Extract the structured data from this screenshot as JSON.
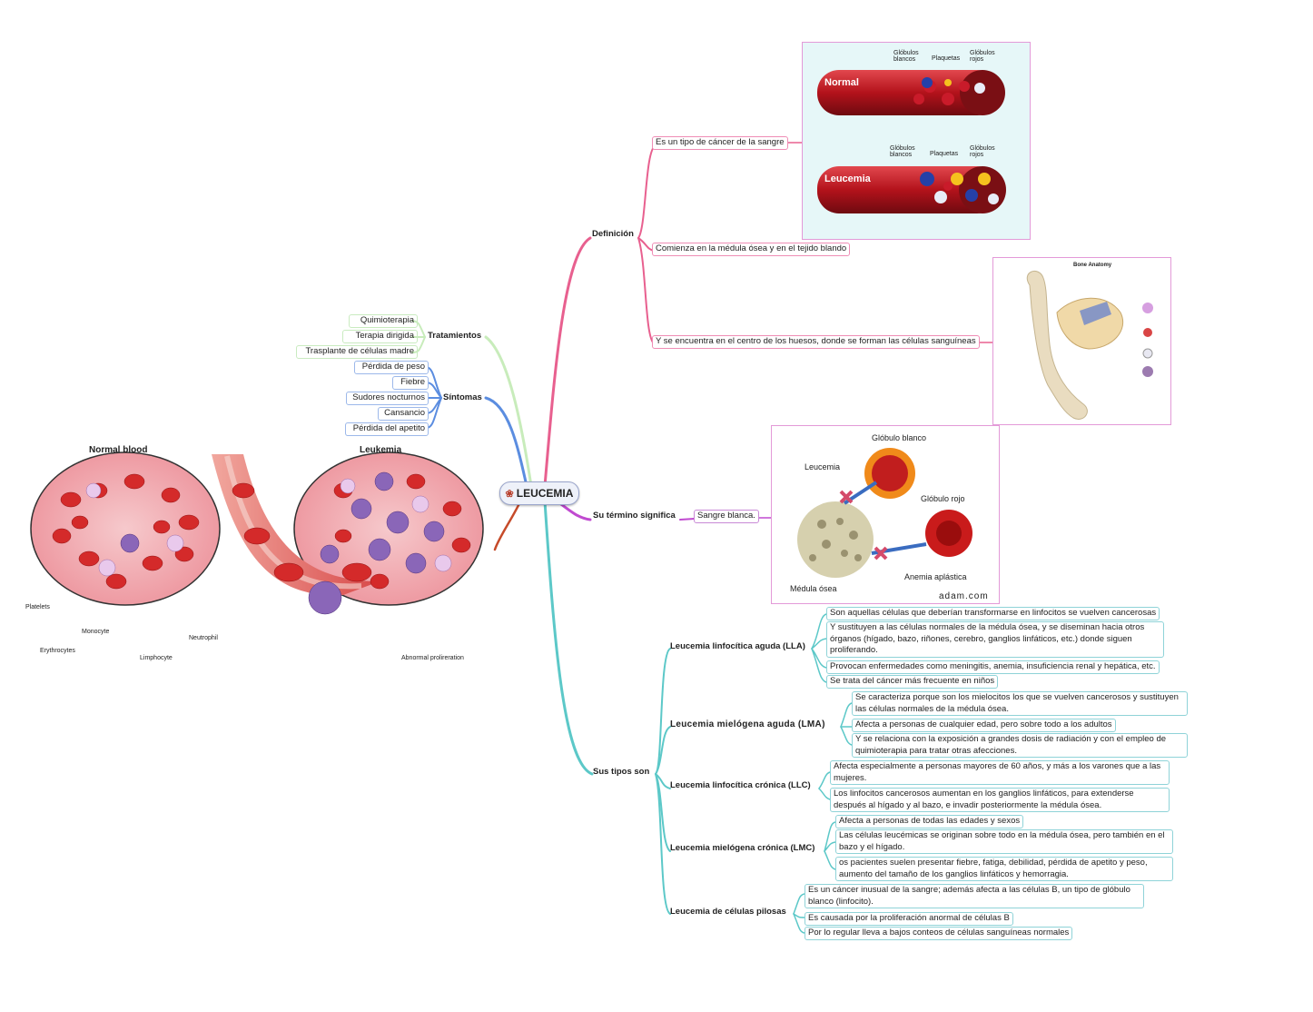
{
  "root": {
    "label": "LEUCEMIA"
  },
  "definicion": {
    "label": "Definición",
    "items": [
      "Es un tipo de cáncer de la sangre",
      "Comienza en la médula ósea y en el tejido blando",
      "Y se encuentra en el centro de los huesos,  donde se forman  las células sanguíneas"
    ]
  },
  "tratamientos": {
    "label": "Tratamientos",
    "items": [
      "Quimioterapia",
      "Terapia dirigida",
      "Trasplante de células madre"
    ]
  },
  "sintomas": {
    "label": "Síntomas",
    "items": [
      "Pérdida de peso",
      "Fiebre",
      "Sudores nocturnos",
      "Cansancio",
      "Pérdida del apetito"
    ]
  },
  "termino": {
    "label": "Su término significa",
    "item": "Sangre blanca."
  },
  "tipos": {
    "label": "Sus tipos son",
    "types": [
      {
        "name": "Leucemia linfocítica aguda (LLA)",
        "items": [
          "Son aquellas células que deberían transformarse en linfocitos se vuelven cancerosas",
          "Y sustituyen a las células normales de la médula ósea, y se diseminan hacia otros órganos (hígado, bazo, riñones, cerebro, ganglios linfáticos, etc.) donde siguen proliferando.",
          "Provocan enfermedades como meningitis, anemia, insuficiencia renal y hepática, etc.",
          "Se trata del cáncer más frecuente en niños"
        ]
      },
      {
        "name": "Leucemia mielógena aguda (LMA)",
        "items": [
          "Se caracteriza porque son los mielocitos los que se vuelven cancerosos y sustituyen las células normales de la médula ósea.",
          "Afecta a personas de cualquier edad, pero sobre todo a los adultos",
          "Y se relaciona con la exposición a grandes dosis de radiación y con el empleo de quimioterapia para tratar otras afecciones."
        ]
      },
      {
        "name": "Leucemia linfocítica crónica (LLC)",
        "items": [
          "Afecta especialmente a personas mayores de 60 años, y más a los varones que a las mujeres.",
          "Los linfocitos cancerosos aumentan en los ganglios linfáticos, para extenderse después al hígado y al bazo, e invadir posteriormente la médula ósea."
        ]
      },
      {
        "name": "Leucemia mielógena crónica (LMC)",
        "items": [
          "Afecta a personas de todas las edades y sexos",
          "Las células leucémicas se originan sobre todo en la médula ósea, pero también en el bazo y el hígado.",
          "os pacientes suelen presentar fiebre, fatiga, debilidad, pérdida de apetito y peso, aumento del tamaño de los ganglios linfáticos y hemorragia."
        ]
      },
      {
        "name": "Leucemia de células pilosas",
        "items": [
          "Es un cáncer inusual de la sangre; además afecta a las células B, un tipo de glóbulo blanco (linfocito).",
          "Es causada por la proliferación anormal de células B",
          "Por lo regular lleva a bajos conteos de células sanguíneas normales"
        ]
      }
    ]
  },
  "images": {
    "vessels": {
      "normal": "Normal",
      "leucemia": "Leucemia",
      "globulos_blancos": "Glóbulos blancos",
      "plaquetas": "Plaquetas",
      "globulos_rojos": "Glóbulos rojos"
    },
    "bone": {
      "title": "Bone Anatomy"
    },
    "adam": {
      "globulo_blanco": "Glóbulo blanco",
      "leucemia": "Leucemia",
      "globulo_rojo": "Glóbulo rojo",
      "anemia": "Anemia aplástica",
      "medula": "Médula ósea",
      "credit": "adam.com"
    },
    "blood": {
      "normal": "Normal blood",
      "leukemia": "Leukemia",
      "platelets": "Platelets",
      "monocyte": "Monocyte",
      "erythrocytes": "Erythrocytes",
      "limphocyte": "Limphocyte",
      "neutrophil": "Neutrophil",
      "abnormal": "Abnormal prolireration"
    }
  },
  "colors": {
    "definicion": "#e8608f",
    "tipos": "#5cc8c8",
    "termino": "#c04ad0",
    "sintomas": "#5b8de0",
    "tratamientos": "#b9e6aa",
    "blood": "#d22b2b"
  }
}
